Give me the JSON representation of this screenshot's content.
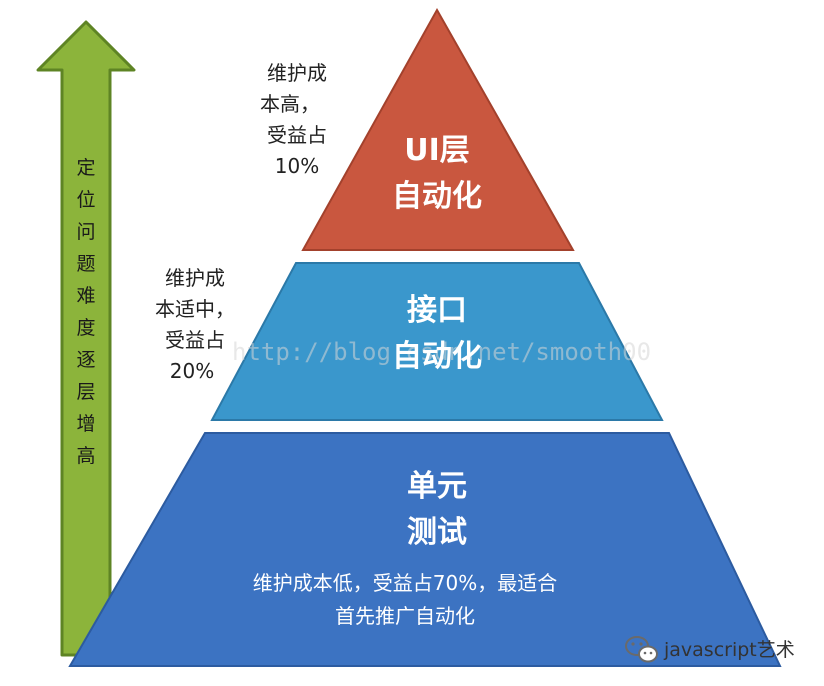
{
  "colors": {
    "ui_tier": "#c9573f",
    "api_tier": "#3a97cc",
    "unit_tier": "#3c73c2",
    "arrow_fill": "#8cb43b",
    "arrow_stroke": "#5e8424"
  },
  "arrow": {
    "icon": "up-arrow-icon",
    "text": [
      "定",
      "位",
      "问",
      "题",
      "难",
      "度",
      "逐",
      "层",
      "增",
      "高"
    ]
  },
  "tiers": {
    "ui": {
      "label": [
        "UI层",
        "自动化"
      ],
      "note": [
        "维护成",
        "本高，",
        "受益占",
        "10%"
      ]
    },
    "api": {
      "label": [
        "接口",
        "自动化"
      ],
      "note": [
        "维护成",
        "本适中，",
        "受益占",
        "20%"
      ]
    },
    "unit": {
      "label": [
        "单元",
        "测试"
      ],
      "note": [
        "维护成本低，受益占70%，最适合",
        "首先推广自动化"
      ]
    }
  },
  "watermark": {
    "text": "http://blog.csdn.net/smooth00"
  },
  "brand": {
    "icon": "wechat-icon",
    "text": "javascript艺术"
  }
}
